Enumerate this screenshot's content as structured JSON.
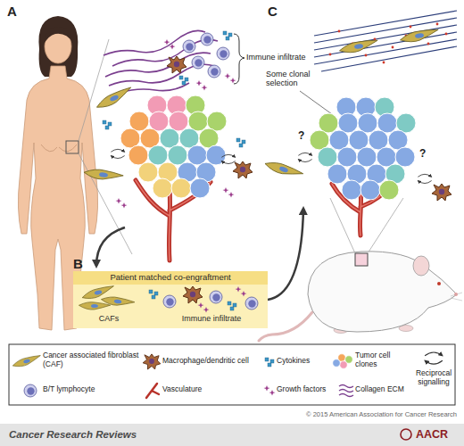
{
  "diagram": {
    "nodes": [
      {
        "text": [
          "Patient matched co-engraftment",
          "CAFs",
          "Immune infiltrate"
        ]
      }
    ],
    "labels": [
      "A",
      "Immune infiltrate",
      "C",
      "Some clonal selection",
      "?",
      "?",
      "B",
      "© 2015 American Association for Cancer Research",
      "Cancer Research Reviews",
      "AACR"
    ],
    "legend": [
      {
        "text": "Cancer associated fibroblast (CAF)"
      },
      {
        "text": "Macrophage/dendritic cell"
      },
      {
        "text": "Cytokines"
      },
      {
        "text": "Tumor cell clones"
      },
      {
        "text": "Reciprocal signalling"
      },
      {
        "text": "B/T lymphocyte"
      },
      {
        "text": "Vasculature"
      },
      {
        "text": "Growth factors"
      },
      {
        "text": "Collagen ECM"
      }
    ]
  }
}
